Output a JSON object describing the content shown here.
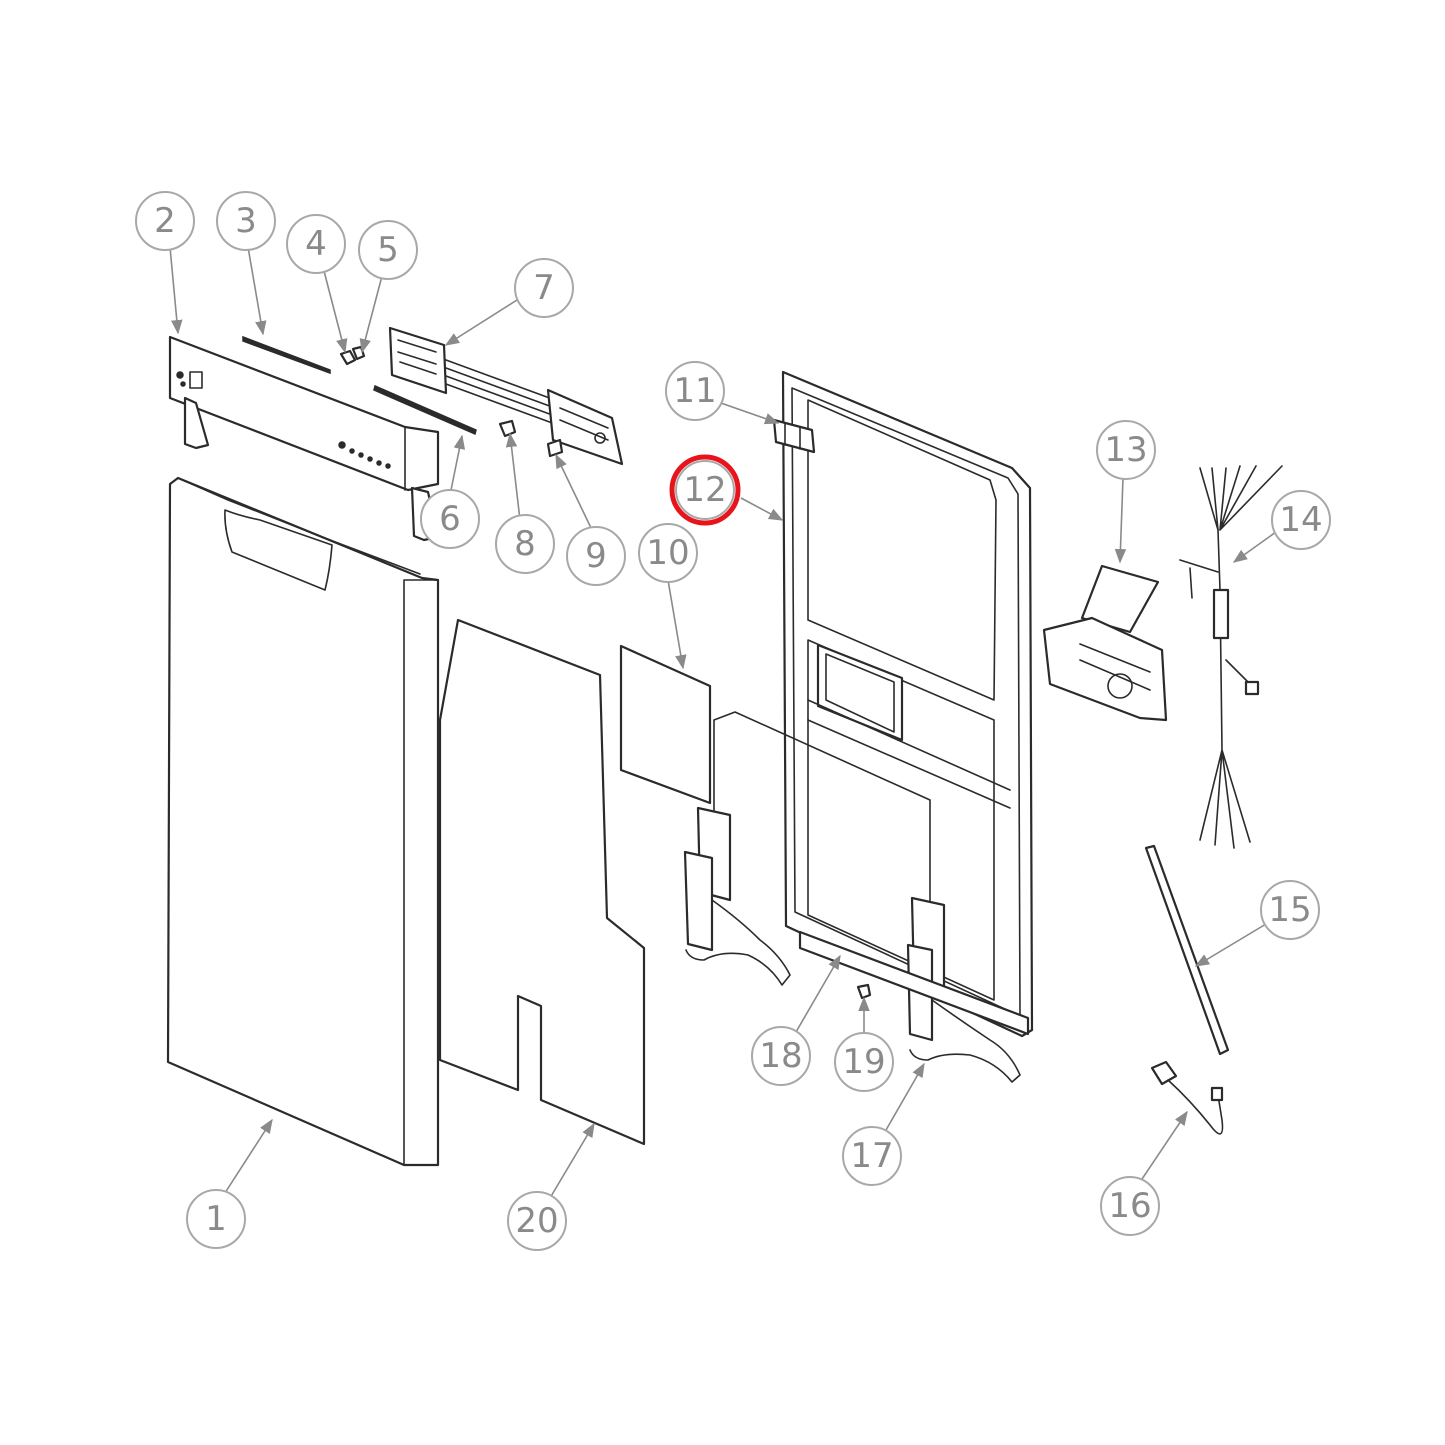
{
  "highlight_color": "#e8141c",
  "callouts": [
    {
      "id": "c1",
      "label": "1"
    },
    {
      "id": "c2",
      "label": "2"
    },
    {
      "id": "c3",
      "label": "3"
    },
    {
      "id": "c4",
      "label": "4"
    },
    {
      "id": "c5",
      "label": "5"
    },
    {
      "id": "c6",
      "label": "6"
    },
    {
      "id": "c7",
      "label": "7"
    },
    {
      "id": "c8",
      "label": "8"
    },
    {
      "id": "c9",
      "label": "9"
    },
    {
      "id": "c10",
      "label": "10"
    },
    {
      "id": "c11",
      "label": "11"
    },
    {
      "id": "c12",
      "label": "12",
      "highlighted": true
    },
    {
      "id": "c13",
      "label": "13"
    },
    {
      "id": "c14",
      "label": "14"
    },
    {
      "id": "c15",
      "label": "15"
    },
    {
      "id": "c16",
      "label": "16"
    },
    {
      "id": "c17",
      "label": "17"
    },
    {
      "id": "c18",
      "label": "18"
    },
    {
      "id": "c19",
      "label": "19"
    },
    {
      "id": "c20",
      "label": "20"
    }
  ]
}
